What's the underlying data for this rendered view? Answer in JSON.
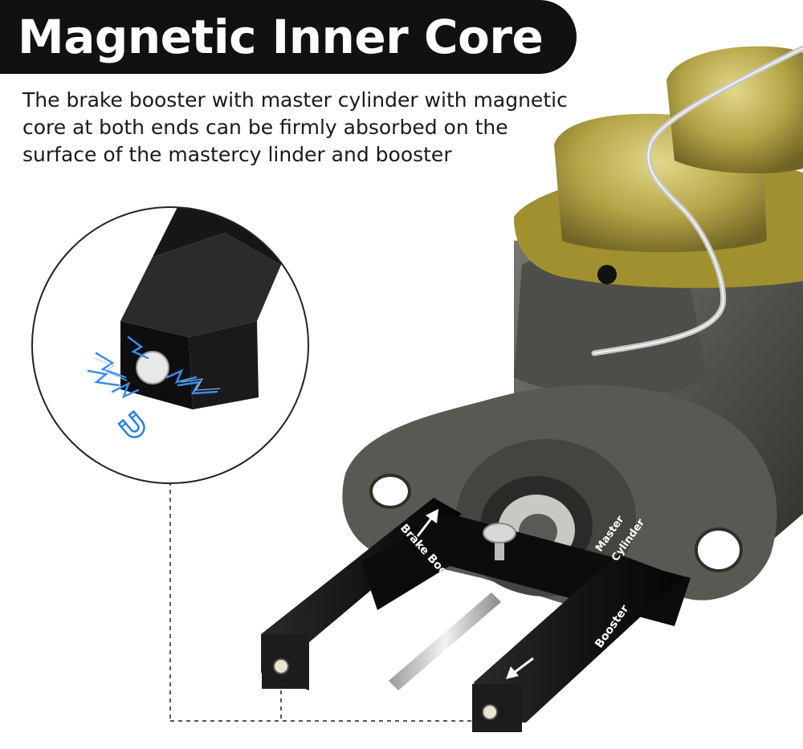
{
  "banner": {
    "title": "Magnetic Inner Core"
  },
  "description": {
    "lines": [
      "The brake booster with master cylinder with magnetic",
      "core at both ends can be firmly absorbed on the",
      "surface of the mastercy linder and booster"
    ]
  },
  "tool": {
    "label_top_left": "Brake Booster",
    "label_right_1": "Master",
    "label_right_2": "Cylinder",
    "label_right_3": "Booster"
  },
  "colors": {
    "banner_bg": "#111111",
    "banner_text": "#ffffff",
    "cast_iron": "#5b5c58",
    "brass_cap": "#b8a64a",
    "tool_black": "#141414",
    "spark_blue": "#2a7de8"
  },
  "icons": [
    "magnet-icon",
    "arrow-up-icon",
    "arrow-left-icon"
  ]
}
